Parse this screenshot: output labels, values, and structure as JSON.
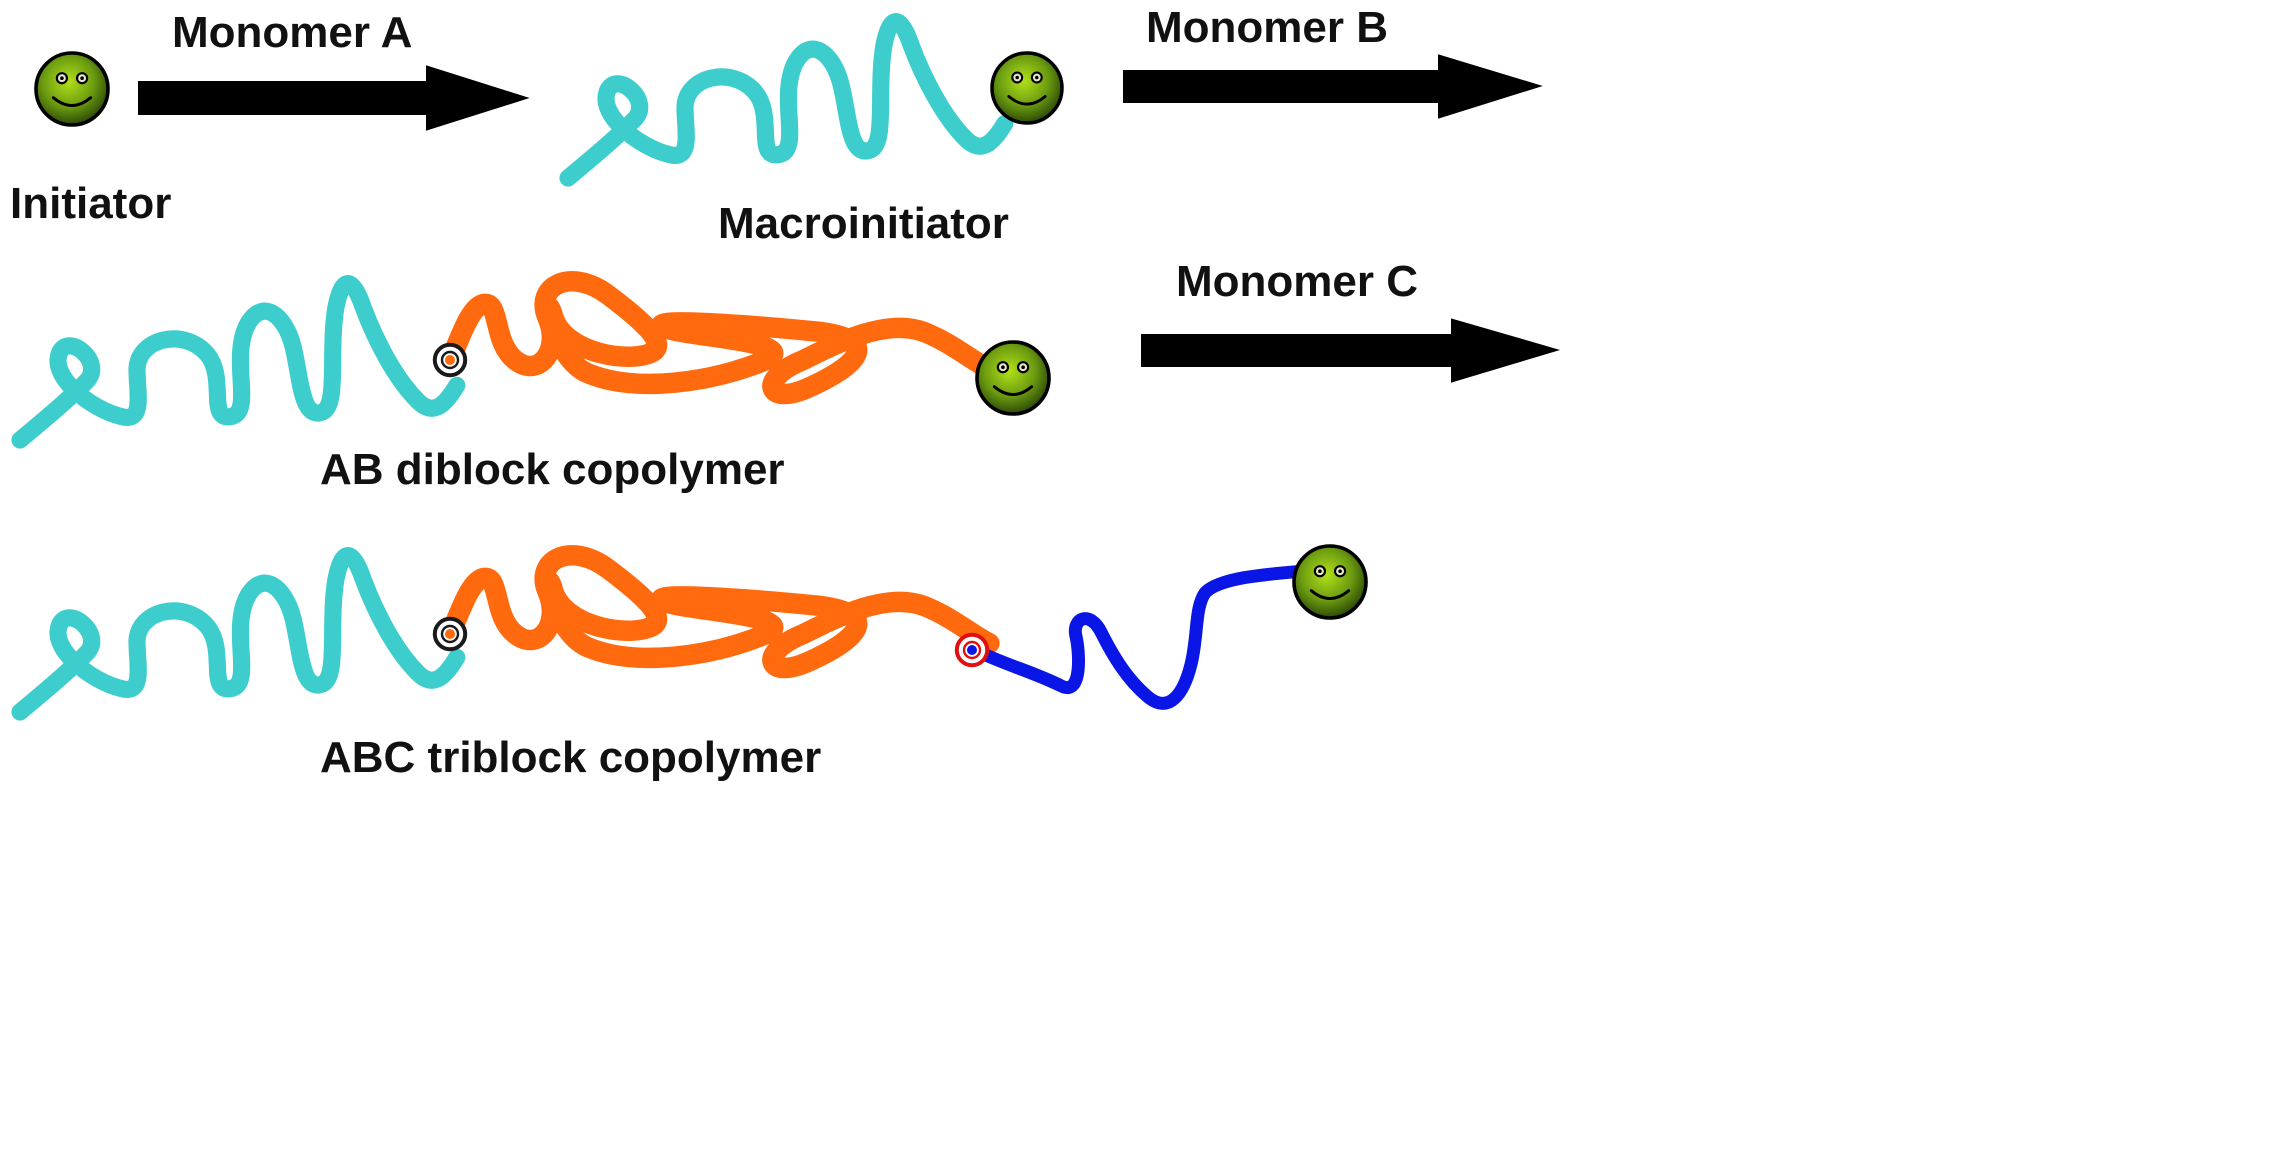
{
  "labels": {
    "monomer_a": "Monomer A",
    "monomer_b": "Monomer B",
    "monomer_c": "Monomer C",
    "initiator": "Initiator",
    "macroinitiator": "Macroinitiator",
    "ab_diblock": "AB diblock copolymer",
    "abc_triblock": "ABC triblock copolymer"
  },
  "colors": {
    "block_a": "#3ecdcd",
    "block_b": "#ff6a0f",
    "block_c": "#0a16e6",
    "arrow": "#2ec8f0",
    "initiator_face": "#6a9a10",
    "junction_ab": "#1a1a1a",
    "junction_bc": "#e01010"
  },
  "icons": {
    "initiator": "smiley-face-icon",
    "arrow": "right-arrow-icon",
    "junction": "target-junction-icon"
  }
}
